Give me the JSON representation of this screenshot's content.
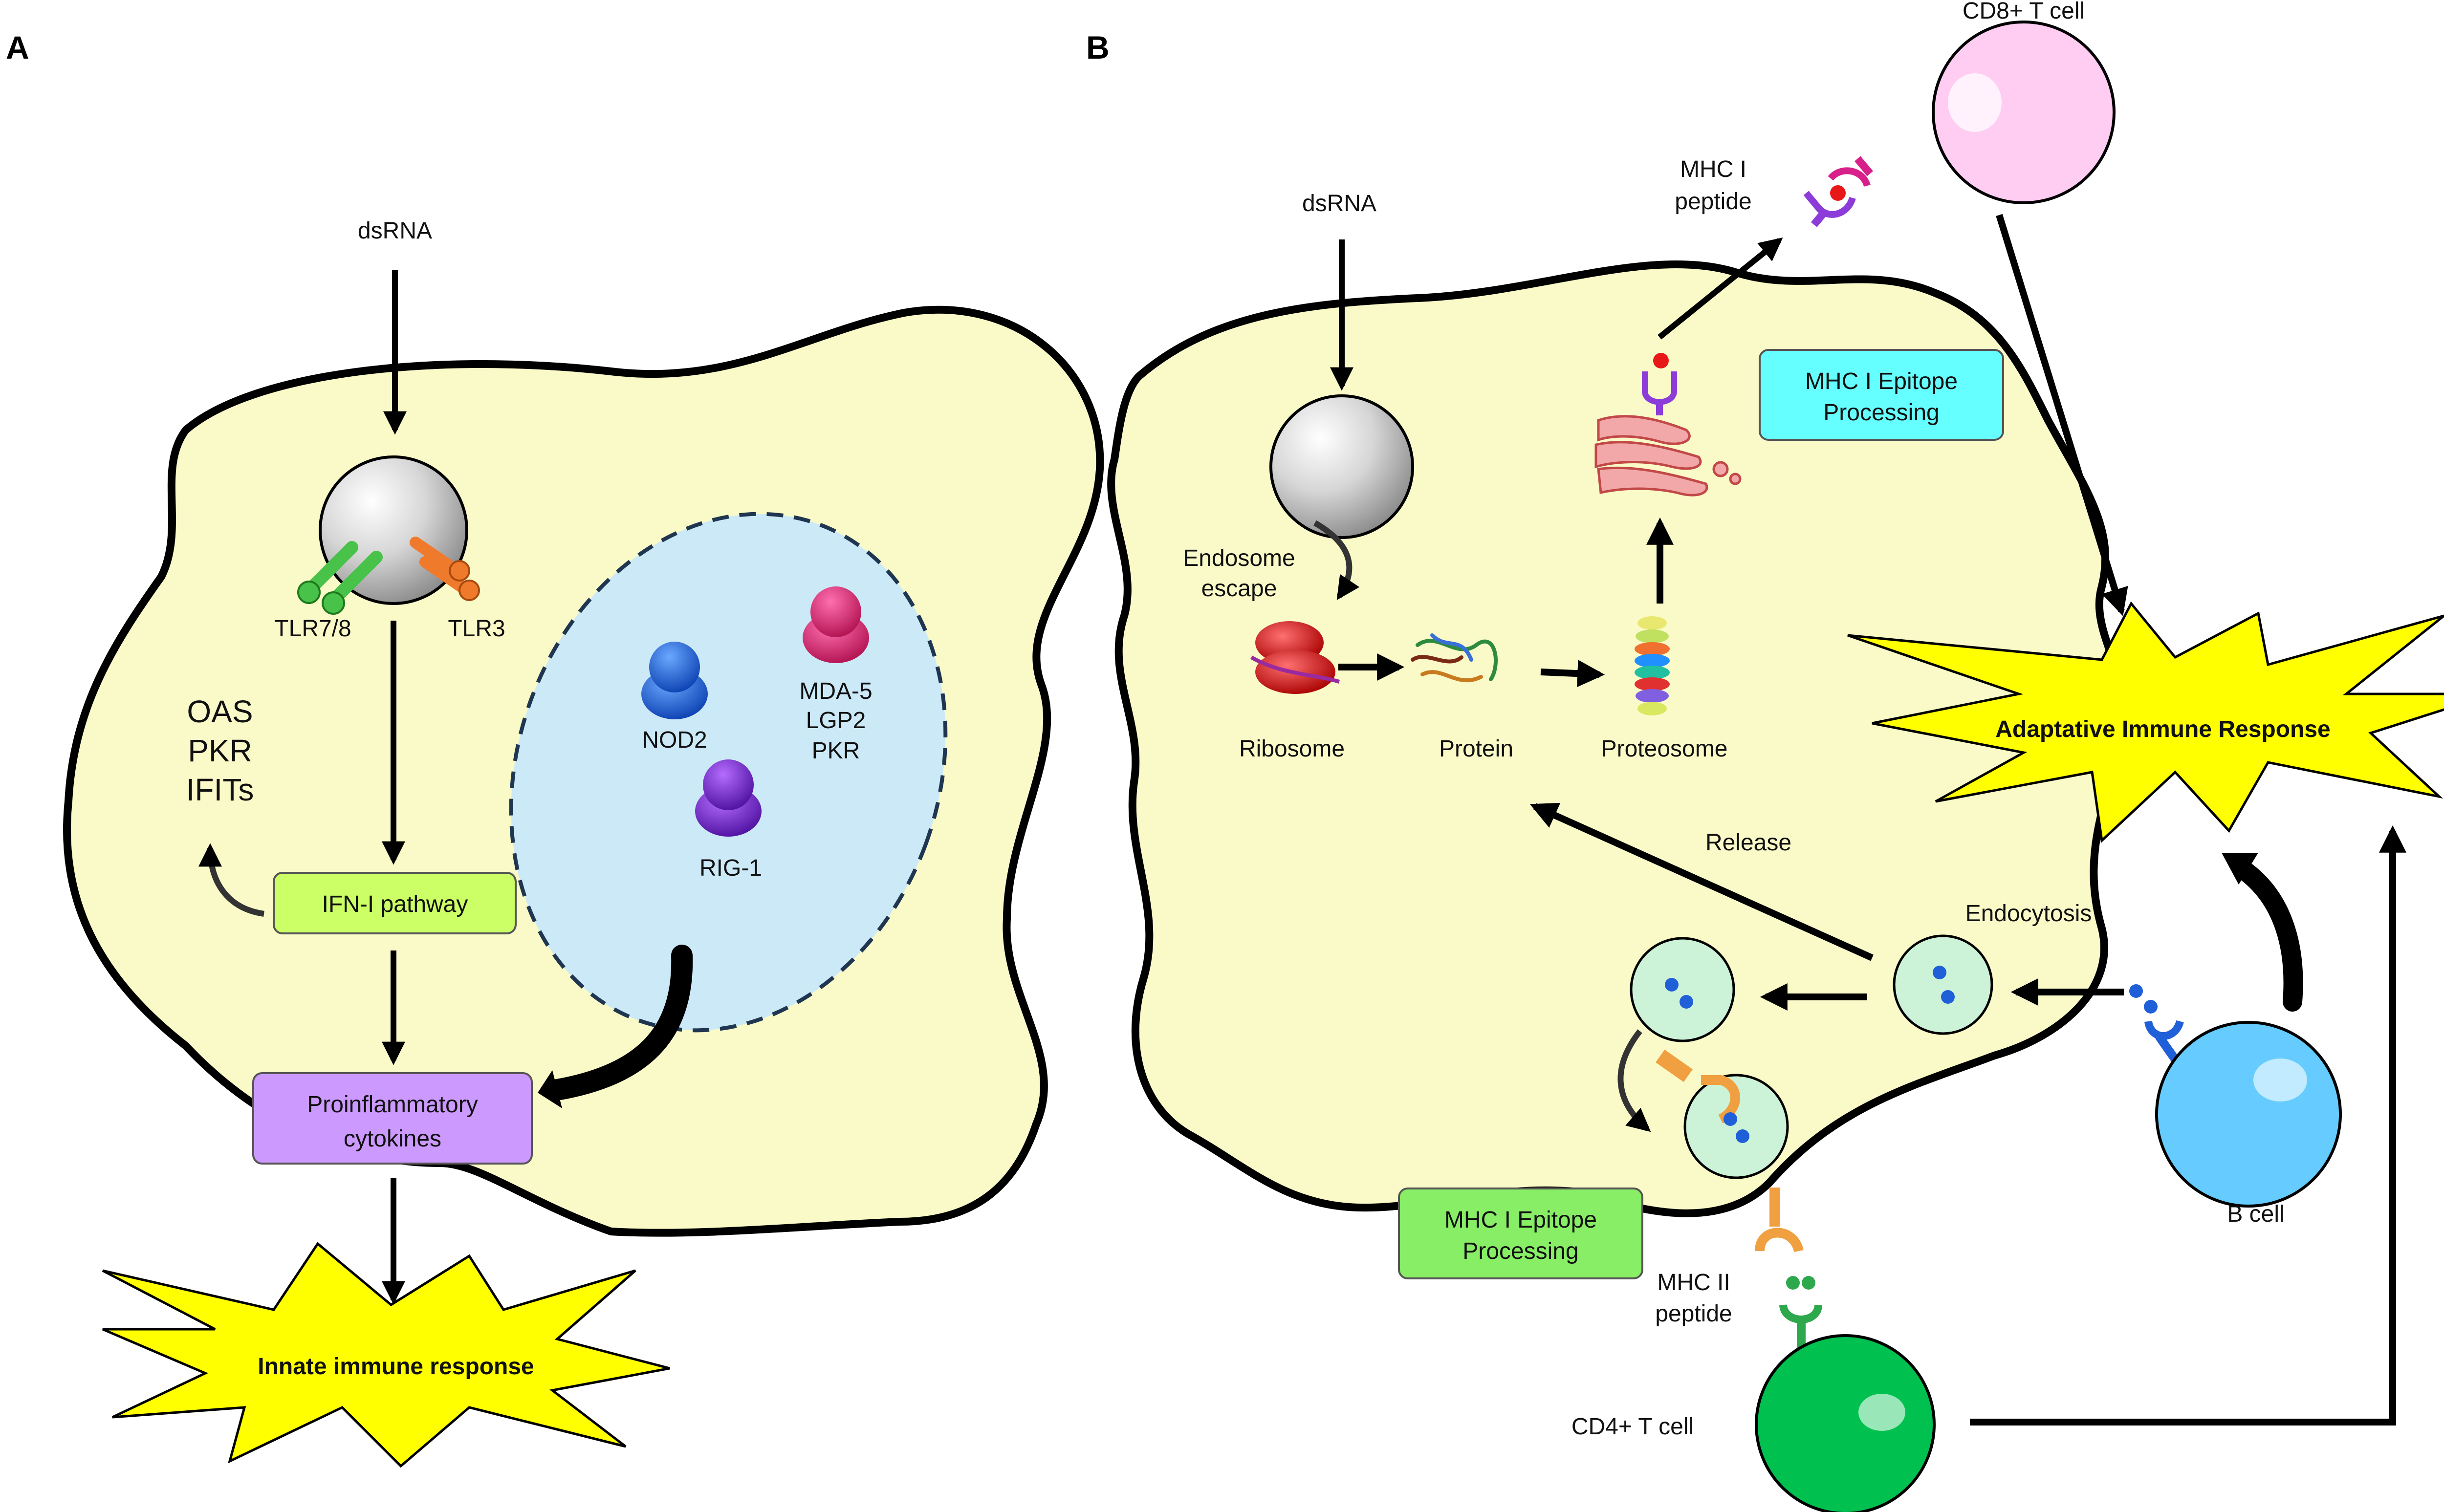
{
  "panels": {
    "a": "A",
    "b": "B"
  },
  "panel_a": {
    "dsrna": "dsRNA",
    "tlr78": "TLR7/8",
    "tlr3": "TLR3",
    "effectors": [
      "OAS",
      "PKR",
      "IFITs"
    ],
    "ifn_pathway": "IFN-I pathway",
    "proinflammatory": [
      "Proinflammatory",
      "cytokines"
    ],
    "nod2": "NOD2",
    "rig1": "RIG-1",
    "mda5_group": [
      "MDA-5",
      "LGP2",
      "PKR"
    ],
    "innate_response": "Innate immune response"
  },
  "panel_b": {
    "dsrna": "dsRNA",
    "endosome_escape": [
      "Endosome",
      "escape"
    ],
    "ribosome": "Ribosome",
    "protein": "Protein",
    "proteosome": "Proteosome",
    "mhc1_peptide": [
      "MHC I",
      "peptide"
    ],
    "cd8": "CD8+ T cell",
    "mhc1_processing_top": [
      "MHC I Epitope",
      "Processing"
    ],
    "adaptive_response": "Adaptative Immune Response",
    "release": "Release",
    "endocytosis": "Endocytosis",
    "mhc1_processing_bottom": [
      "MHC I Epitope",
      "Processing"
    ],
    "mhc2_peptide": [
      "MHC II",
      "peptide"
    ],
    "cd4": "CD4+ T cell",
    "bcell": "B cell"
  },
  "colors": {
    "cell_fill": "#fafac8",
    "nucleus_fill": "#cce9f7",
    "ifn_box": "#ccff66",
    "cytokine_box": "#cc99ff",
    "mhc1_top_box": "#66ffff",
    "mhc1_bottom_box": "#88ee66",
    "burst": "#ffff00",
    "cd8_cell": "#ffccf2",
    "cd4_cell": "#00c050",
    "bcell": "#66ccff"
  }
}
